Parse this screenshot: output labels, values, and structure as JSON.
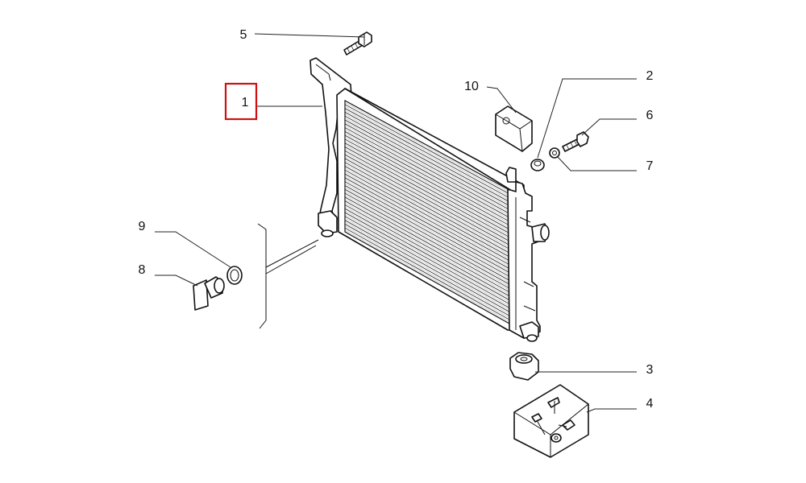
{
  "diagram": {
    "highlight_color": "#d01010",
    "callouts": [
      {
        "id": "c1",
        "label": "1",
        "highlighted": true
      },
      {
        "id": "c2",
        "label": "2"
      },
      {
        "id": "c3",
        "label": "3"
      },
      {
        "id": "c4",
        "label": "4"
      },
      {
        "id": "c5",
        "label": "5"
      },
      {
        "id": "c6",
        "label": "6"
      },
      {
        "id": "c7",
        "label": "7"
      },
      {
        "id": "c8",
        "label": "8"
      },
      {
        "id": "c9",
        "label": "9"
      },
      {
        "id": "c10",
        "label": "10"
      }
    ]
  }
}
